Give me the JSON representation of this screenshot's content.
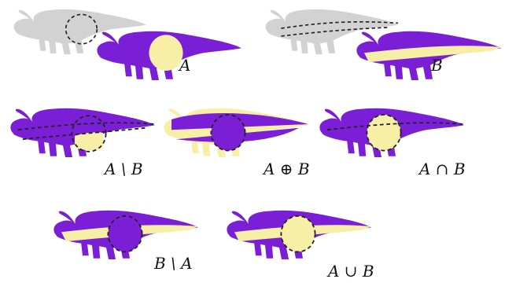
{
  "figure": {
    "colors": {
      "purple": "#7a1fd6",
      "yellow": "#f7efa6",
      "gray": "#d2d2d2",
      "outline": "#222222"
    },
    "panels": [
      {
        "id": "panel-a",
        "label": "A"
      },
      {
        "id": "panel-b",
        "label": "B"
      },
      {
        "id": "panel-a-minus-b",
        "label": "A \\ B"
      },
      {
        "id": "panel-a-xor-b",
        "label": "A ⊕ B"
      },
      {
        "id": "panel-a-and-b",
        "label": "A ∩ B"
      },
      {
        "id": "panel-b-minus-a",
        "label": "B \\ A"
      },
      {
        "id": "panel-a-or-b",
        "label": "A ∪ B"
      }
    ]
  }
}
